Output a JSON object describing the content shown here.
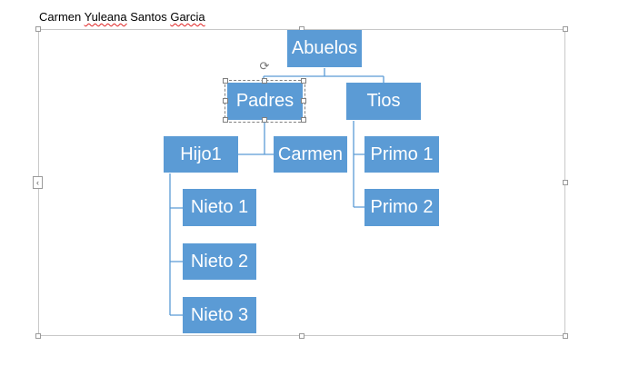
{
  "document": {
    "author_first": "Carmen ",
    "author_middle": "Yuleana",
    "author_last": " Santos ",
    "author_last2": "Garcia"
  },
  "org_chart": {
    "root": "Abuelos",
    "parents": "Padres",
    "uncles": "Tios",
    "child1": "Hijo1",
    "child2": "Carmen",
    "cousin1": "Primo 1",
    "cousin2": "Primo 2",
    "grandchild1": "Nieto 1",
    "grandchild2": "Nieto 2",
    "grandchild3": "Nieto 3"
  },
  "colors": {
    "node_fill": "#5b9bd5",
    "connector": "#5b9bd5"
  },
  "icons": {
    "rotate": "rotate-icon",
    "expand": "chevron-left-icon"
  }
}
